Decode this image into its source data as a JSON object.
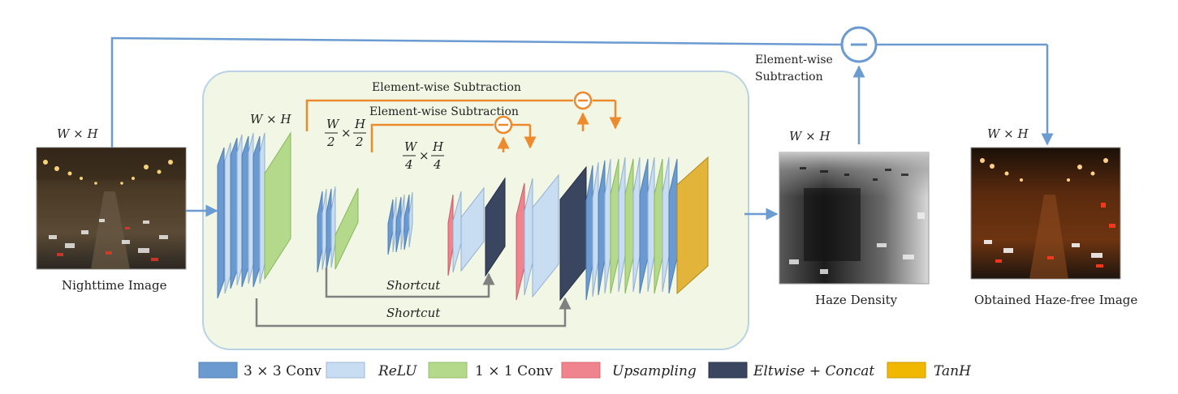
{
  "inputs": {
    "nighttime": {
      "label": "Nighttime Image",
      "size": "W × H"
    },
    "haze_density": {
      "label": "Haze Density",
      "size": "W × H"
    },
    "haze_free": {
      "label": "Obtained Haze-free Image",
      "size": "W × H"
    }
  },
  "network": {
    "level1_size": "W × H",
    "level2_size": {
      "w_num": "W",
      "w_den": "2",
      "h_num": "H",
      "h_den": "2",
      "times": "×"
    },
    "level3_size": {
      "w_num": "W",
      "w_den": "4",
      "h_num": "H",
      "h_den": "4",
      "times": "×"
    },
    "subtraction_outer": "Element-wise Subtraction",
    "subtraction_inner": "Element-wise Subtraction",
    "shortcut_inner": "Shortcut",
    "shortcut_outer": "Shortcut"
  },
  "global_subtraction": {
    "line1": "Element-wise",
    "line2": "Subtraction"
  },
  "legend": [
    {
      "label": "3 × 3 Conv",
      "color": "#6a9ad0",
      "italic": false
    },
    {
      "label": "ReLU",
      "color": "#c8dcf2",
      "italic": true
    },
    {
      "label": "1 × 1 Conv",
      "color": "#b5d98a",
      "italic": false
    },
    {
      "label": "Upsampling",
      "color": "#f0848e",
      "italic": true
    },
    {
      "label": "Eltwise + Concat",
      "color": "#3a4560",
      "italic": true
    },
    {
      "label": "TanH",
      "color": "#f0b800",
      "italic": true
    }
  ],
  "colors": {
    "conv3": "#6a9ad0",
    "relu": "#c8dcf2",
    "conv1": "#b5d98a",
    "upsample": "#f0848e",
    "eltwise": "#3a4560",
    "tanh": "#e2b43a",
    "blue_arrow": "#6b9bd1",
    "orange_arrow": "#ed8a2e",
    "gray_arrow": "#808080",
    "panel_fill": "#f1f7e4",
    "panel_stroke": "#b8d2e6"
  }
}
